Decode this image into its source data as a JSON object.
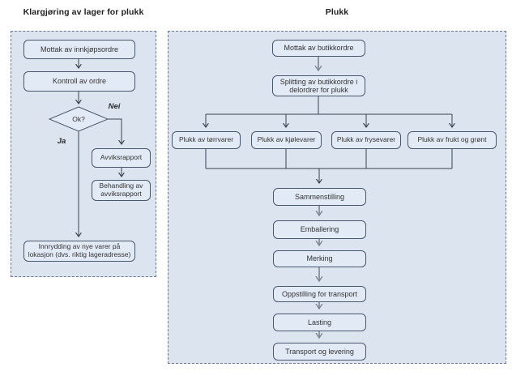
{
  "colors": {
    "container_fill": "#dce4f0",
    "container_border": "#6b7b8d",
    "box_fill": "#e2eaf5",
    "box_border": "#47586c",
    "arrow_dark": "#39434f",
    "arrow_gray": "#7a8694",
    "text": "#333333"
  },
  "left_chart": {
    "title": "Klargjøring av lager for plukk",
    "nodes": [
      {
        "id": "mottak-innkjopsordre",
        "label": "Mottak av innkjøpsordre"
      },
      {
        "id": "kontroll-av-ordre",
        "label": "Kontroll av ordre"
      },
      {
        "id": "ok-decision",
        "label": "Ok?"
      },
      {
        "id": "avviksrapport",
        "label": "Avviksrapport"
      },
      {
        "id": "behandling-avviksrapport",
        "label": "Behandling av avviksrapport"
      },
      {
        "id": "innrydding",
        "label": "Innrydding av nye varer på lokasjon (dvs. riktig lageradresse)"
      }
    ],
    "branch_labels": {
      "yes": "Ja",
      "no": "Nei"
    },
    "edges": [
      {
        "from": "mottak-innkjopsordre",
        "to": "kontroll-av-ordre"
      },
      {
        "from": "kontroll-av-ordre",
        "to": "ok-decision"
      },
      {
        "from": "ok-decision",
        "to": "avviksrapport",
        "label": "Nei"
      },
      {
        "from": "avviksrapport",
        "to": "behandling-avviksrapport"
      },
      {
        "from": "ok-decision",
        "to": "innrydding",
        "label": "Ja"
      }
    ]
  },
  "right_chart": {
    "title": "Plukk",
    "nodes": [
      {
        "id": "mottak-butikkordre",
        "label": "Mottak av butikkordre"
      },
      {
        "id": "splitting",
        "label": "Splitting av butikkordre i delordrer for plukk"
      },
      {
        "id": "plukk-torrvarer",
        "label": "Plukk av tørrvarer"
      },
      {
        "id": "plukk-kjolevarer",
        "label": "Plukk av kjølevarer"
      },
      {
        "id": "plukk-frysevarer",
        "label": "Plukk av frysevarer"
      },
      {
        "id": "plukk-frukt-gront",
        "label": "Plukk av frukt og grønt"
      },
      {
        "id": "sammenstilling",
        "label": "Sammenstilling"
      },
      {
        "id": "emballering",
        "label": "Emballering"
      },
      {
        "id": "merking",
        "label": "Merking"
      },
      {
        "id": "oppstilling-transport",
        "label": "Oppstilling for transport"
      },
      {
        "id": "lasting",
        "label": "Lasting"
      },
      {
        "id": "transport-levering",
        "label": "Transport og levering"
      }
    ],
    "edges": [
      {
        "from": "mottak-butikkordre",
        "to": "splitting"
      },
      {
        "from": "splitting",
        "to": "plukk-torrvarer"
      },
      {
        "from": "splitting",
        "to": "plukk-kjolevarer"
      },
      {
        "from": "splitting",
        "to": "plukk-frysevarer"
      },
      {
        "from": "splitting",
        "to": "plukk-frukt-gront"
      },
      {
        "from": "plukk-torrvarer",
        "to": "sammenstilling"
      },
      {
        "from": "plukk-kjolevarer",
        "to": "sammenstilling"
      },
      {
        "from": "plukk-frysevarer",
        "to": "sammenstilling"
      },
      {
        "from": "plukk-frukt-gront",
        "to": "sammenstilling"
      },
      {
        "from": "sammenstilling",
        "to": "emballering"
      },
      {
        "from": "emballering",
        "to": "merking"
      },
      {
        "from": "merking",
        "to": "oppstilling-transport"
      },
      {
        "from": "oppstilling-transport",
        "to": "lasting"
      },
      {
        "from": "lasting",
        "to": "transport-levering"
      }
    ]
  }
}
